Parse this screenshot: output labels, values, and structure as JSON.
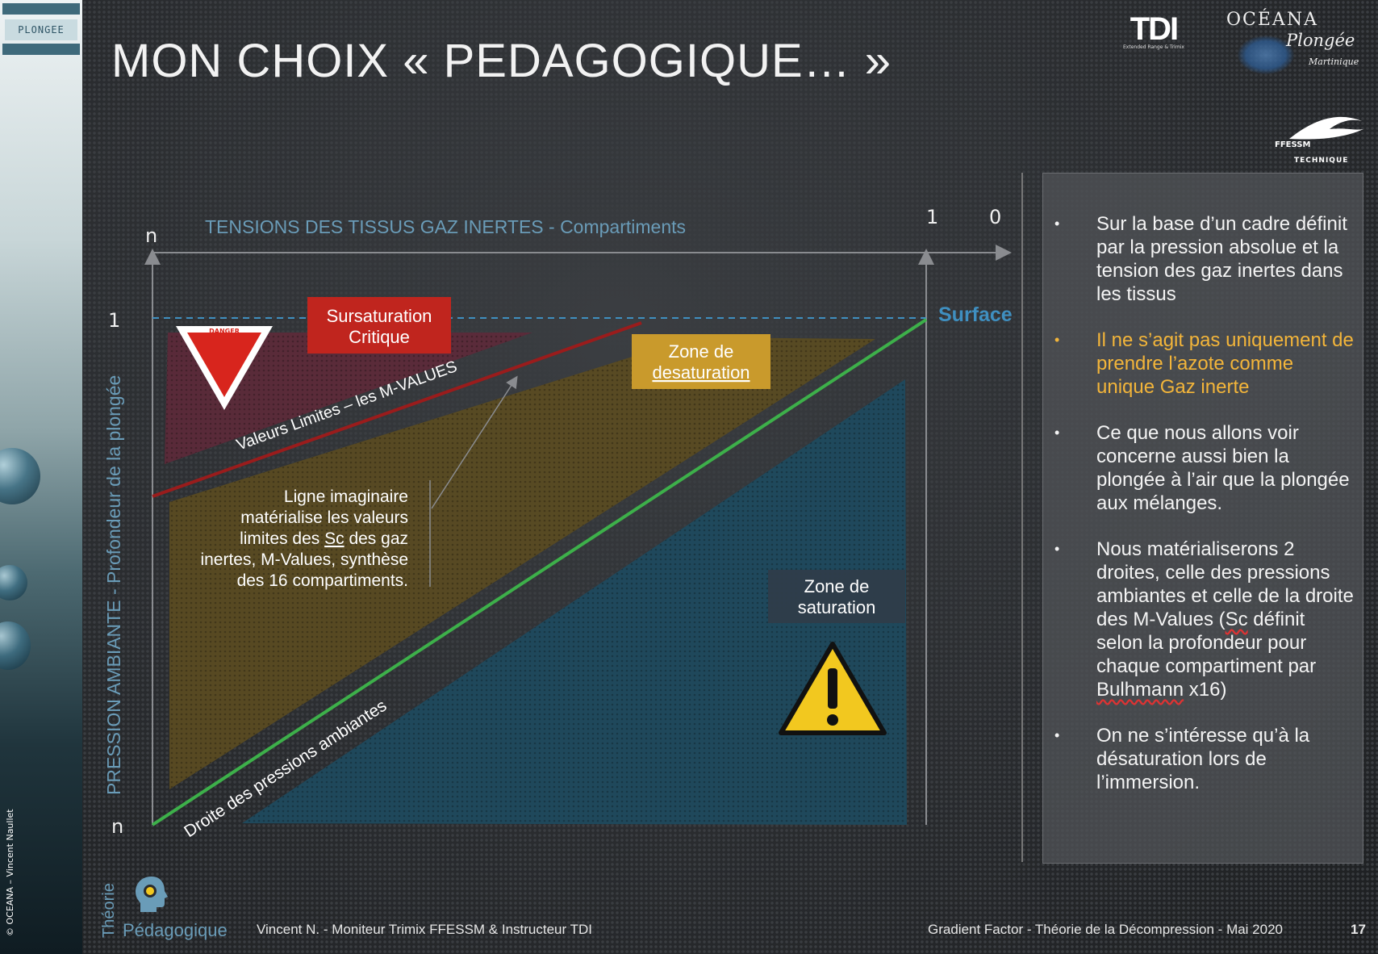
{
  "sidebar": {
    "tab_label": "PLONGEE",
    "copyright": "© OCEANA – Vincent Naullet"
  },
  "title": "MON CHOIX « PEDAGOGIQUE… »",
  "logos": {
    "tdi": "TDI",
    "tdi_tagline": "Extended Range & Trimix",
    "oceana_name": "OCÉANA",
    "oceana_sub": "Plongée",
    "oceana_location": "Martinique",
    "ffessm": "FFESSM",
    "ffessm_sub": "TECHNIQUE"
  },
  "diagram": {
    "x_axis_label": "TENSIONS DES TISSUS GAZ INERTES - Compartiments",
    "y_axis_label": "PRESSION AMBIANTE - Profondeur de la plongée",
    "tick_n_top": "n",
    "tick_1_left": "1",
    "tick_n_bottom": "n",
    "tick_1_top": "1",
    "tick_0_top": "0",
    "surface_label": "Surface",
    "sursaturation_line1": "Sursaturation",
    "sursaturation_line2": "Critique",
    "danger_text": "DANGER",
    "mvalues_label": "Valeurs Limites – les M-VALUES",
    "desat_line1": "Zone de",
    "desat_line2": "desaturation",
    "sat_line1": "Zone de",
    "sat_line2": "saturation",
    "ambient_label": "Droite des pressions ambiantes",
    "note_line1": "Ligne imaginaire",
    "note_line2": "matérialise les valeurs",
    "note_line3": "limites des ",
    "note_line3_sc": "Sc",
    "note_line3_end": " des gaz",
    "note_line4": "inertes, M-Values, synthèse",
    "note_line5": "des 16 compartiments."
  },
  "bullets": [
    {
      "text": "Sur la base d’un cadre définit par la pression absolue et la tension des gaz inertes dans les tissus",
      "color": "#f4f4f4"
    },
    {
      "text": "Il ne s’agit pas uniquement de prendre l’azote comme unique Gaz inerte",
      "color": "#f3b53a"
    },
    {
      "text": "Ce que nous allons voir concerne aussi bien la plongée à l’air que la plongée aux mélanges.",
      "color": "#f4f4f4"
    },
    {
      "text_a": "Nous matérialiserons 2 droites, celle des pressions ambiantes et celle de la droite des M-Values (",
      "text_sc": "Sc",
      "text_b": " définit selon la profondeur pour chaque compartiment par ",
      "text_name": "Bulhmann",
      "text_c": " x16)",
      "color": "#f4f4f4"
    },
    {
      "text": "On ne s’intéresse qu’à la désaturation lors de l’immersion.",
      "color": "#f4f4f4"
    }
  ],
  "footer": {
    "theorie": "Théorie",
    "pedagogique": "Pédagogique",
    "author": "Vincent N. - Moniteur Trimix FFESSM & Instructeur TDI",
    "course": "Gradient Factor - Théorie de la Décompression - Mai 2020",
    "page": "17"
  },
  "colors": {
    "surface": "#3f8fc0",
    "green_line": "#3db04a",
    "mvalue_line": "#9a1c1c",
    "sursaturation_box": "#c0251e",
    "desat_box": "#c99a2c",
    "saturation_zone": "#1f4a5e",
    "desat_zone": "#5a4b22",
    "danger_zone": "#5e2a3a"
  }
}
